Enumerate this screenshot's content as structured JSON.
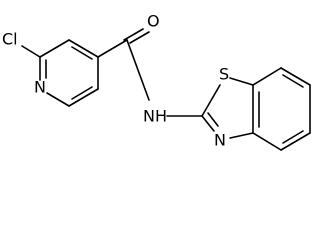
{
  "labels": {
    "chlorine": "Cl",
    "pyridine_nitrogen": "N",
    "carbonyl_oxygen": "O",
    "amide_nh": "NH",
    "thiazole_sulfur": "S",
    "thiazole_nitrogen": "N"
  }
}
